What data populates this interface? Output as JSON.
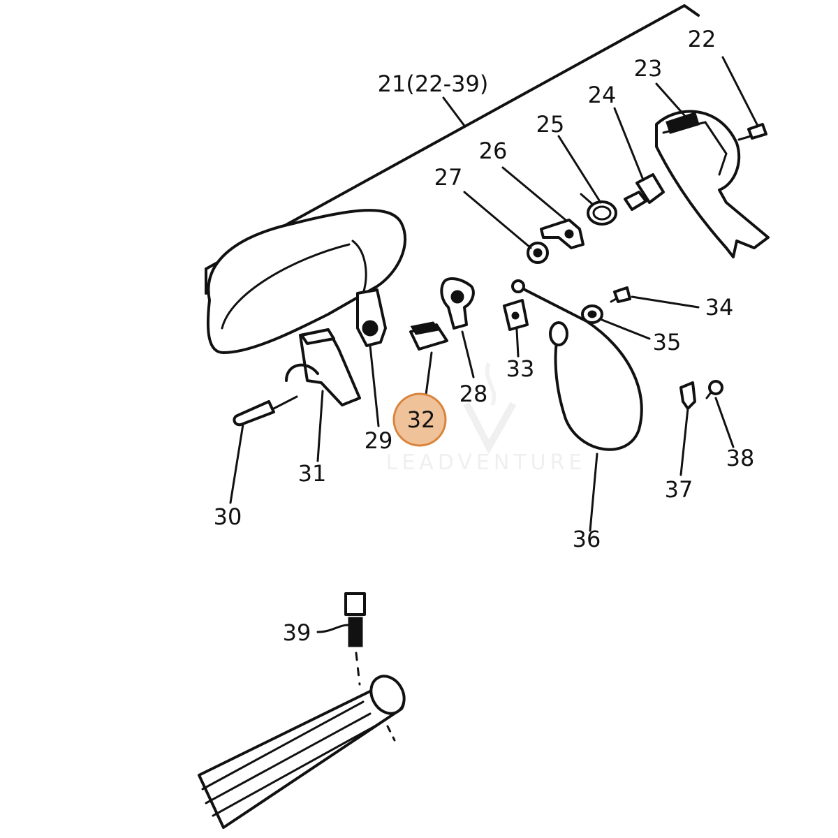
{
  "highlight_color": "#F0C29A",
  "highlight_stroke": "#D9833B",
  "watermark": {
    "text": "LEADVENTURE"
  },
  "callouts": [
    {
      "id": "21",
      "label": "21(22-39)"
    },
    {
      "id": "22",
      "label": "22"
    },
    {
      "id": "23",
      "label": "23"
    },
    {
      "id": "24",
      "label": "24"
    },
    {
      "id": "25",
      "label": "25"
    },
    {
      "id": "26",
      "label": "26"
    },
    {
      "id": "27",
      "label": "27"
    },
    {
      "id": "28",
      "label": "28"
    },
    {
      "id": "29",
      "label": "29"
    },
    {
      "id": "30",
      "label": "30"
    },
    {
      "id": "31",
      "label": "31"
    },
    {
      "id": "32",
      "label": "32",
      "highlighted": true
    },
    {
      "id": "33",
      "label": "33"
    },
    {
      "id": "34",
      "label": "34"
    },
    {
      "id": "35",
      "label": "35"
    },
    {
      "id": "36",
      "label": "36"
    },
    {
      "id": "37",
      "label": "37"
    },
    {
      "id": "38",
      "label": "38"
    },
    {
      "id": "39",
      "label": "39"
    }
  ]
}
